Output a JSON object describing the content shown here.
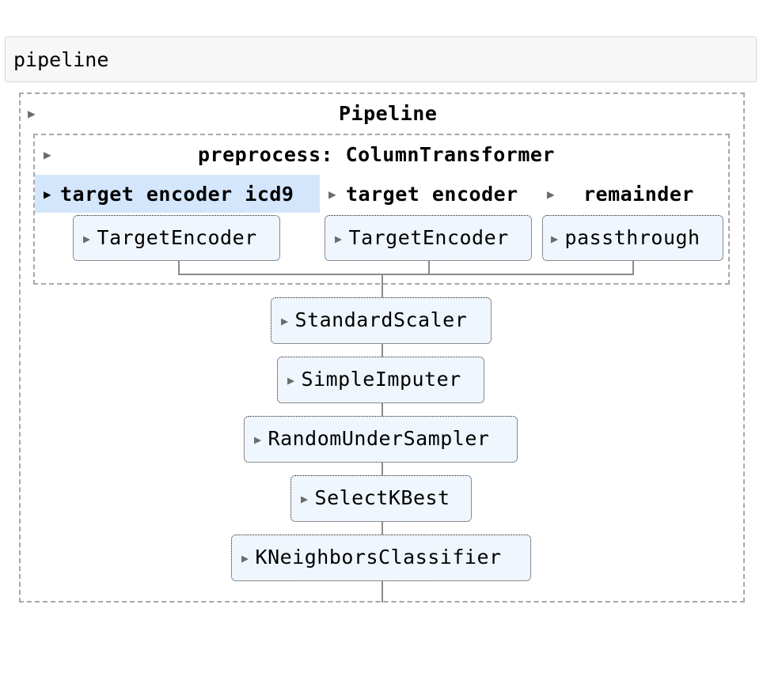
{
  "output": {
    "repr_text": "pipeline"
  },
  "pipeline": {
    "title": "Pipeline",
    "preprocess": {
      "title": "preprocess: ColumnTransformer",
      "columns": [
        {
          "name": "target encoder icd9",
          "estimator": "TargetEncoder",
          "highlighted": true
        },
        {
          "name": "target encoder",
          "estimator": "TargetEncoder",
          "highlighted": false
        },
        {
          "name": "remainder",
          "estimator": "passthrough",
          "highlighted": false
        }
      ]
    },
    "steps": [
      "StandardScaler",
      "SimpleImputer",
      "RandomUnderSampler",
      "SelectKBest",
      "KNeighborsClassifier"
    ]
  },
  "icons": {
    "expand": "triangle-right-icon",
    "expand_glyph": "▶"
  },
  "colors": {
    "highlight": "#d4e6fb",
    "estimator_fill": "#eff6fd",
    "dashed_border": "#a8a8a8",
    "connector": "#8a8a8a"
  }
}
